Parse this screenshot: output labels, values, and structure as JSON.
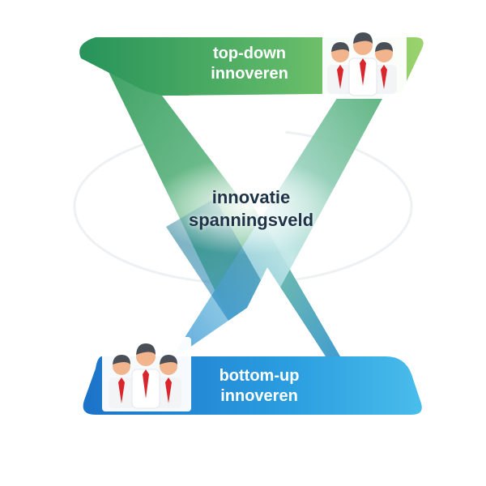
{
  "diagram": {
    "top": {
      "line1": "top-down",
      "line2": "innoveren"
    },
    "center": {
      "line1": "innovatie",
      "line2": "spanningsveld"
    },
    "bottom": {
      "line1": "bottom-up",
      "line2": "innoveren"
    },
    "icons": {
      "top_group": "business-people-group-icon",
      "bottom_group": "business-people-group-icon"
    },
    "colors": {
      "top_band": "#2e9b5c",
      "top_band_light": "#8fcf6a",
      "bottom_band": "#1f86d6",
      "bottom_band_light": "#4cc0ea",
      "center_text": "#1f3348",
      "tie": "#d8262c",
      "hair": "#4a4f57",
      "skin": "#f2b48c"
    }
  }
}
